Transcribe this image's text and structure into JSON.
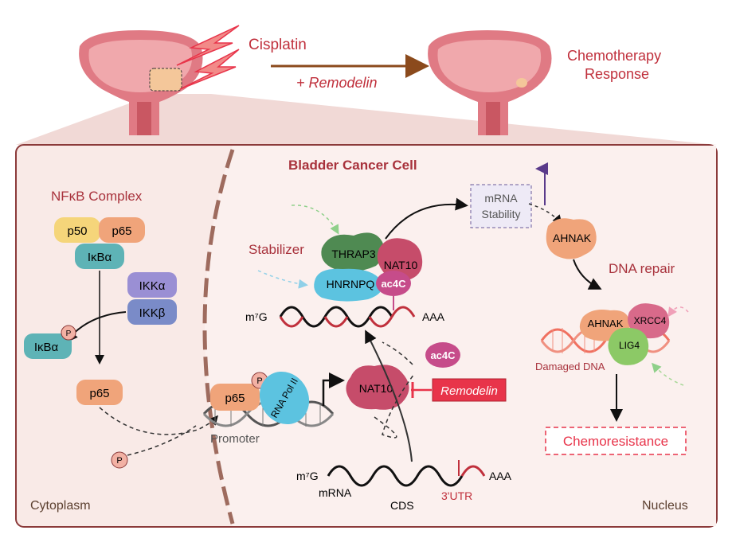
{
  "top": {
    "drug_label": "Cisplatin",
    "combo_label": "+ Remodelin",
    "response_label_line1": "Chemotherapy",
    "response_label_line2": "Response"
  },
  "panel": {
    "title": "Bladder Cancer Cell",
    "cytoplasm_label": "Cytoplasm",
    "nucleus_label": "Nucleus"
  },
  "nfkb": {
    "title": "NFκB Complex",
    "p50": "p50",
    "p65": "p65",
    "ikba": "IκBα",
    "ikka": "IKKα",
    "ikkb": "IKKβ",
    "ikba_free": "IκBα",
    "phospho": "P",
    "p65_free": "p65",
    "p_free": "P"
  },
  "transcription": {
    "p65": "p65",
    "phospho": "P",
    "rna_pol": "RNA Pol II",
    "promoter": "Promoter",
    "nat10": "NAT10",
    "remodelin": "Remodelin",
    "ac4c": "ac4C"
  },
  "mrna_bottom": {
    "cap": "m⁷G",
    "tail": "AAA",
    "mrna": "mRNA",
    "cds": "CDS",
    "utr": "3'UTR"
  },
  "complex": {
    "stabilizer": "Stabilizer",
    "thrap3": "THRAP3",
    "nat10": "NAT10",
    "hnrnpq": "HNRNPQ",
    "ac4c": "ac4C",
    "cap": "m⁷G",
    "tail": "AAA"
  },
  "stability": {
    "line1": "mRNA",
    "line2": "Stability"
  },
  "repair": {
    "ahnak_top": "AHNAK",
    "dna_repair": "DNA repair",
    "ahnak": "AHNAK",
    "xrcc4": "XRCC4",
    "lig4": "LIG4",
    "damaged_dna": "Damaged DNA",
    "chemoresistance": "Chemoresistance"
  },
  "colors": {
    "title_red": "#a8323c",
    "panel_bg": "#f9eae7",
    "panel_border": "#8b3a3a",
    "remodelin_red": "#e8344a",
    "arrow_brown": "#8b4a1c"
  }
}
